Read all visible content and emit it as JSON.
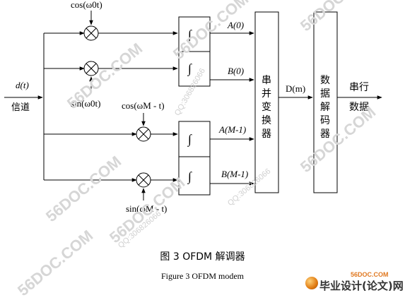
{
  "labels": {
    "cos_top": "cos(ω0t)",
    "sin_top": "sin(ω0t)",
    "cos_bottom": "cos(ωM - t)",
    "sin_bottom": "sin(ωM - t)",
    "input_signal": "d(t)",
    "input_channel": "信道",
    "integrator": "∫",
    "out_a0": "A(0)",
    "out_b0": "B(0)",
    "out_am": "A(M-1)",
    "out_bm": "B(M-1)",
    "p2s_block": [
      "串",
      "并",
      "变",
      "换",
      "器"
    ],
    "dm": "D(m)",
    "decoder_block": [
      "数",
      "据",
      "解",
      "码",
      "器"
    ],
    "output": [
      "串行",
      "数据"
    ]
  },
  "caption": {
    "chinese": "图 3 OFDM 解调器",
    "english": "Figure 3 OFDM modem"
  },
  "watermarks": {
    "site": "56DOC.COM",
    "qq": "QQ:306826066"
  },
  "logo": {
    "site": "56DOC.COM",
    "name": "毕业设计(论文)网"
  }
}
